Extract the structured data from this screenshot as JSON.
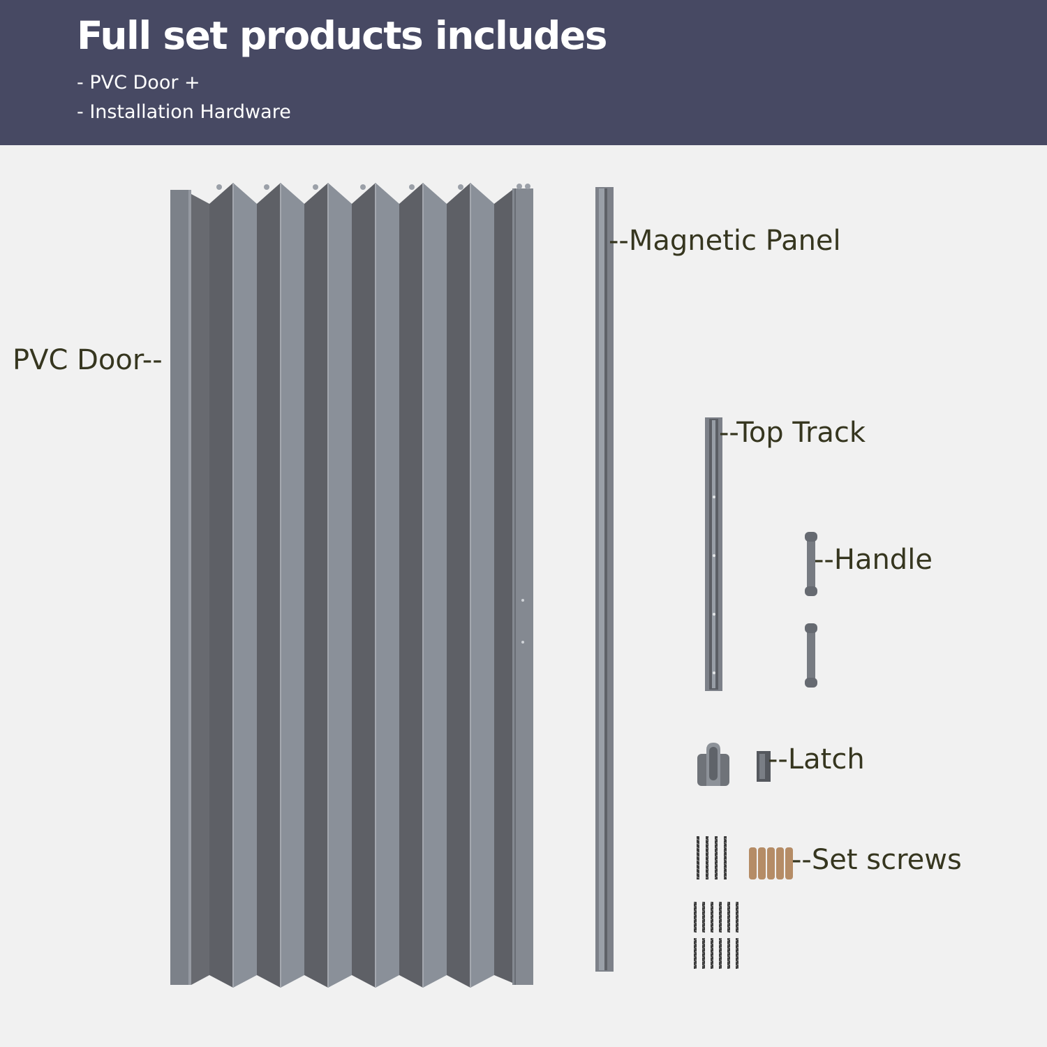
{
  "header": {
    "title": "Full set products includes",
    "items": [
      "- PVC Door +",
      "- Installation Hardware"
    ]
  },
  "labels": {
    "pvc_door": "PVC Door--",
    "magnetic_panel": "--Magnetic Panel",
    "top_track": "--Top Track",
    "handle": "--Handle",
    "latch": "--Latch",
    "set_screws": "--Set screws"
  },
  "colors": {
    "banner": "#474963",
    "background": "#f1f1f1",
    "panel_dark": "#606166",
    "panel_light": "#858b94",
    "label_text": "#36361f",
    "dowel": "#b58c66"
  },
  "icons": [
    "pvc-door-icon",
    "magnetic-panel-icon",
    "top-track-icon",
    "handle-icon",
    "latch-icon",
    "screw-icon",
    "dowel-icon"
  ]
}
